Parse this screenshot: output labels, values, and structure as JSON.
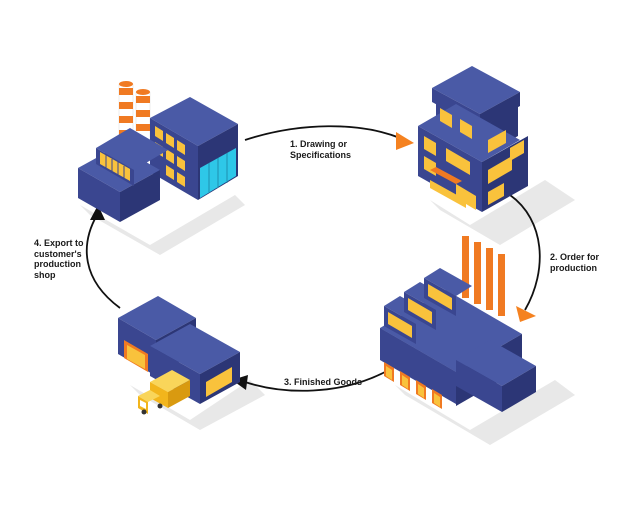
{
  "steps": [
    {
      "label": "1. Drawing or\nSpecifications"
    },
    {
      "label": "2. Order for\nproduction"
    },
    {
      "label": "3. Finished Goods"
    },
    {
      "label": "4. Export to\ncustomer's\nproduction\nshop"
    }
  ],
  "colors": {
    "building_top": "#4a5aa6",
    "building_left": "#3a4690",
    "building_right": "#2c3676",
    "window": "#f9c23c",
    "chimney_orange": "#f07a22",
    "chimney_white": "#ffffff",
    "glass": "#2ec7e8",
    "arrow": "#111111",
    "arrow_head": "#f58220",
    "shadow": "#e6e6e6",
    "truck": "#f2b51c"
  },
  "icons": [
    "factory-icon",
    "office-building-icon",
    "production-plant-icon",
    "warehouse-icon",
    "delivery-truck-icon"
  ]
}
